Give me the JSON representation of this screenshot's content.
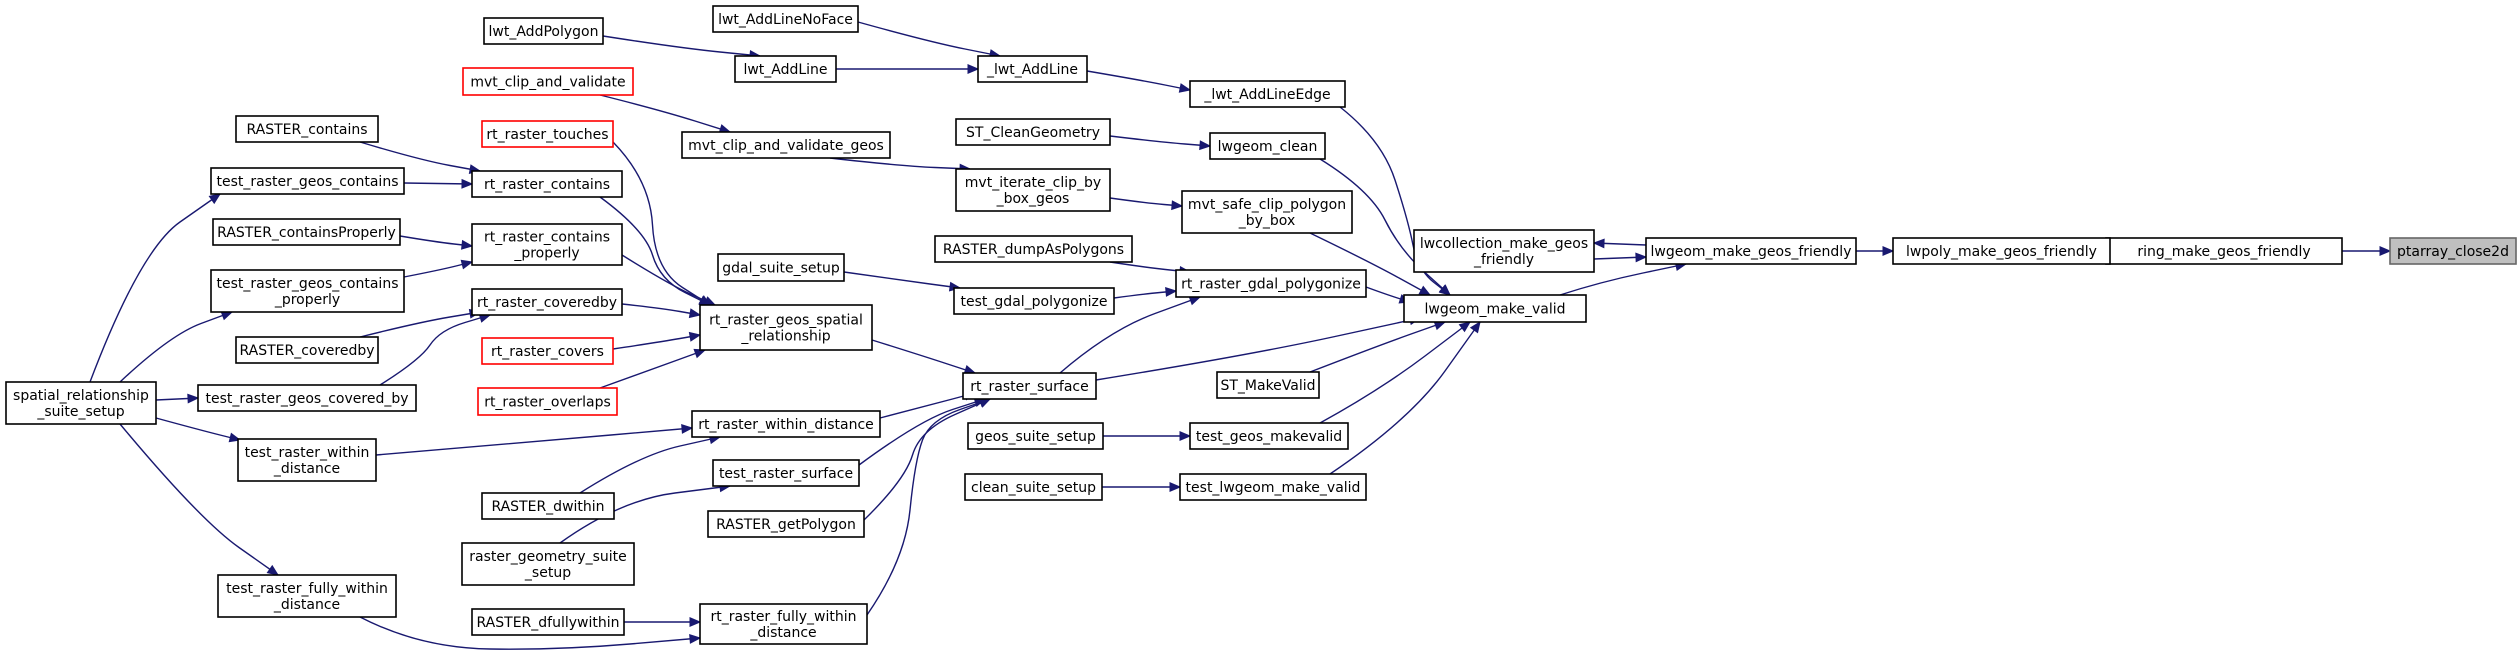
{
  "diagram": {
    "kind": "call-graph",
    "colors": {
      "edge": "#191970",
      "box_border": "#000000",
      "truncated_border": "#ff0000",
      "focus_fill": "#bfbfbf",
      "background": "#ffffff"
    },
    "nodes": [
      {
        "id": "ptarray_close2d",
        "lines": [
          "ptarray_close2d"
        ],
        "focus": true
      },
      {
        "id": "ring_make_geos_friendly",
        "lines": [
          "ring_make_geos_friendly"
        ]
      },
      {
        "id": "lwpoly_make_geos_friendly",
        "lines": [
          "lwpoly_make_geos_friendly"
        ]
      },
      {
        "id": "lwgeom_make_geos_friendly",
        "lines": [
          "lwgeom_make_geos_friendly"
        ]
      },
      {
        "id": "lwcollection_make_geos_friendly",
        "lines": [
          "lwcollection_make_geos",
          "_friendly"
        ]
      },
      {
        "id": "lwgeom_make_valid",
        "lines": [
          "lwgeom_make_valid"
        ]
      },
      {
        "id": "_lwt_AddLineEdge",
        "lines": [
          "_lwt_AddLineEdge"
        ]
      },
      {
        "id": "_lwt_AddLine",
        "lines": [
          "_lwt_AddLine"
        ]
      },
      {
        "id": "lwt_AddLineNoFace",
        "lines": [
          "lwt_AddLineNoFace"
        ]
      },
      {
        "id": "lwt_AddLine",
        "lines": [
          "lwt_AddLine"
        ]
      },
      {
        "id": "lwt_AddPolygon",
        "lines": [
          "lwt_AddPolygon"
        ]
      },
      {
        "id": "lwgeom_clean",
        "lines": [
          "lwgeom_clean"
        ]
      },
      {
        "id": "ST_CleanGeometry",
        "lines": [
          "ST_CleanGeometry"
        ]
      },
      {
        "id": "mvt_safe_clip_polygon_by_box",
        "lines": [
          "mvt_safe_clip_polygon",
          "_by_box"
        ]
      },
      {
        "id": "mvt_iterate_clip_by_box_geos",
        "lines": [
          "mvt_iterate_clip_by",
          "_box_geos"
        ]
      },
      {
        "id": "mvt_clip_and_validate_geos",
        "lines": [
          "mvt_clip_and_validate_geos"
        ]
      },
      {
        "id": "mvt_clip_and_validate",
        "lines": [
          "mvt_clip_and_validate"
        ],
        "truncated": true
      },
      {
        "id": "rt_raster_gdal_polygonize",
        "lines": [
          "rt_raster_gdal_polygonize"
        ]
      },
      {
        "id": "RASTER_dumpAsPolygons",
        "lines": [
          "RASTER_dumpAsPolygons"
        ]
      },
      {
        "id": "test_gdal_polygonize",
        "lines": [
          "test_gdal_polygonize"
        ]
      },
      {
        "id": "gdal_suite_setup",
        "lines": [
          "gdal_suite_setup"
        ]
      },
      {
        "id": "rt_raster_surface",
        "lines": [
          "rt_raster_surface"
        ]
      },
      {
        "id": "ST_MakeValid",
        "lines": [
          "ST_MakeValid"
        ]
      },
      {
        "id": "test_geos_makevalid",
        "lines": [
          "test_geos_makevalid"
        ]
      },
      {
        "id": "geos_suite_setup",
        "lines": [
          "geos_suite_setup"
        ]
      },
      {
        "id": "test_lwgeom_make_valid",
        "lines": [
          "test_lwgeom_make_valid"
        ]
      },
      {
        "id": "clean_suite_setup",
        "lines": [
          "clean_suite_setup"
        ]
      },
      {
        "id": "rt_raster_geos_spatial_relationship",
        "lines": [
          "rt_raster_geos_spatial",
          "_relationship"
        ]
      },
      {
        "id": "rt_raster_within_distance",
        "lines": [
          "rt_raster_within_distance"
        ]
      },
      {
        "id": "test_raster_surface",
        "lines": [
          "test_raster_surface"
        ]
      },
      {
        "id": "RASTER_getPolygon",
        "lines": [
          "RASTER_getPolygon"
        ]
      },
      {
        "id": "rt_raster_fully_within_distance",
        "lines": [
          "rt_raster_fully_within",
          "_distance"
        ]
      },
      {
        "id": "RASTER_dfullywithin",
        "lines": [
          "RASTER_dfullywithin"
        ]
      },
      {
        "id": "raster_geometry_suite_setup",
        "lines": [
          "raster_geometry_suite",
          "_setup"
        ]
      },
      {
        "id": "RASTER_dwithin",
        "lines": [
          "RASTER_dwithin"
        ]
      },
      {
        "id": "rt_raster_touches",
        "lines": [
          "rt_raster_touches"
        ],
        "truncated": true
      },
      {
        "id": "rt_raster_contains",
        "lines": [
          "rt_raster_contains"
        ]
      },
      {
        "id": "rt_raster_contains_properly",
        "lines": [
          "rt_raster_contains",
          "_properly"
        ]
      },
      {
        "id": "rt_raster_coveredby",
        "lines": [
          "rt_raster_coveredby"
        ]
      },
      {
        "id": "rt_raster_covers",
        "lines": [
          "rt_raster_covers"
        ],
        "truncated": true
      },
      {
        "id": "rt_raster_overlaps",
        "lines": [
          "rt_raster_overlaps"
        ],
        "truncated": true
      },
      {
        "id": "RASTER_contains",
        "lines": [
          "RASTER_contains"
        ]
      },
      {
        "id": "test_raster_geos_contains",
        "lines": [
          "test_raster_geos_contains"
        ]
      },
      {
        "id": "RASTER_containsProperly",
        "lines": [
          "RASTER_containsProperly"
        ]
      },
      {
        "id": "test_raster_geos_contains_properly",
        "lines": [
          "test_raster_geos_contains",
          "_properly"
        ]
      },
      {
        "id": "RASTER_coveredby",
        "lines": [
          "RASTER_coveredby"
        ]
      },
      {
        "id": "test_raster_geos_covered_by",
        "lines": [
          "test_raster_geos_covered_by"
        ]
      },
      {
        "id": "test_raster_within_distance",
        "lines": [
          "test_raster_within",
          "_distance"
        ]
      },
      {
        "id": "test_raster_fully_within_distance",
        "lines": [
          "test_raster_fully_within",
          "_distance"
        ]
      },
      {
        "id": "spatial_relationship_suite_setup",
        "lines": [
          "spatial_relationship",
          "_suite_setup"
        ]
      }
    ],
    "edges": [
      {
        "from": "ring_make_geos_friendly",
        "to": "ptarray_close2d"
      },
      {
        "from": "lwpoly_make_geos_friendly",
        "to": "ring_make_geos_friendly"
      },
      {
        "from": "lwgeom_make_geos_friendly",
        "to": "lwpoly_make_geos_friendly"
      },
      {
        "from": "lwgeom_make_geos_friendly",
        "to": "lwcollection_make_geos_friendly"
      },
      {
        "from": "lwcollection_make_geos_friendly",
        "to": "lwgeom_make_geos_friendly"
      },
      {
        "from": "lwgeom_make_valid",
        "to": "lwgeom_make_geos_friendly"
      },
      {
        "from": "_lwt_AddLineEdge",
        "to": "lwgeom_make_valid"
      },
      {
        "from": "_lwt_AddLine",
        "to": "_lwt_AddLineEdge"
      },
      {
        "from": "lwt_AddLineNoFace",
        "to": "_lwt_AddLine"
      },
      {
        "from": "lwt_AddLine",
        "to": "_lwt_AddLine"
      },
      {
        "from": "lwt_AddPolygon",
        "to": "lwt_AddLine"
      },
      {
        "from": "lwgeom_clean",
        "to": "lwgeom_make_valid"
      },
      {
        "from": "ST_CleanGeometry",
        "to": "lwgeom_clean"
      },
      {
        "from": "mvt_safe_clip_polygon_by_box",
        "to": "lwgeom_make_valid"
      },
      {
        "from": "mvt_iterate_clip_by_box_geos",
        "to": "mvt_safe_clip_polygon_by_box"
      },
      {
        "from": "mvt_clip_and_validate_geos",
        "to": "mvt_iterate_clip_by_box_geos"
      },
      {
        "from": "mvt_clip_and_validate",
        "to": "mvt_clip_and_validate_geos"
      },
      {
        "from": "rt_raster_gdal_polygonize",
        "to": "lwgeom_make_valid"
      },
      {
        "from": "RASTER_dumpAsPolygons",
        "to": "rt_raster_gdal_polygonize"
      },
      {
        "from": "test_gdal_polygonize",
        "to": "rt_raster_gdal_polygonize"
      },
      {
        "from": "gdal_suite_setup",
        "to": "test_gdal_polygonize"
      },
      {
        "from": "rt_raster_surface",
        "to": "lwgeom_make_valid"
      },
      {
        "from": "rt_raster_surface",
        "to": "rt_raster_gdal_polygonize"
      },
      {
        "from": "ST_MakeValid",
        "to": "lwgeom_make_valid"
      },
      {
        "from": "test_geos_makevalid",
        "to": "lwgeom_make_valid"
      },
      {
        "from": "geos_suite_setup",
        "to": "test_geos_makevalid"
      },
      {
        "from": "test_lwgeom_make_valid",
        "to": "lwgeom_make_valid"
      },
      {
        "from": "clean_suite_setup",
        "to": "test_lwgeom_make_valid"
      },
      {
        "from": "rt_raster_geos_spatial_relationship",
        "to": "rt_raster_surface"
      },
      {
        "from": "rt_raster_within_distance",
        "to": "rt_raster_surface"
      },
      {
        "from": "test_raster_surface",
        "to": "rt_raster_surface"
      },
      {
        "from": "RASTER_getPolygon",
        "to": "rt_raster_surface"
      },
      {
        "from": "rt_raster_fully_within_distance",
        "to": "rt_raster_surface"
      },
      {
        "from": "RASTER_dfullywithin",
        "to": "rt_raster_fully_within_distance"
      },
      {
        "from": "raster_geometry_suite_setup",
        "to": "test_raster_surface"
      },
      {
        "from": "RASTER_dwithin",
        "to": "rt_raster_within_distance"
      },
      {
        "from": "rt_raster_touches",
        "to": "rt_raster_geos_spatial_relationship"
      },
      {
        "from": "rt_raster_contains",
        "to": "rt_raster_geos_spatial_relationship"
      },
      {
        "from": "rt_raster_contains_properly",
        "to": "rt_raster_geos_spatial_relationship"
      },
      {
        "from": "rt_raster_coveredby",
        "to": "rt_raster_geos_spatial_relationship"
      },
      {
        "from": "rt_raster_covers",
        "to": "rt_raster_geos_spatial_relationship"
      },
      {
        "from": "rt_raster_overlaps",
        "to": "rt_raster_geos_spatial_relationship"
      },
      {
        "from": "RASTER_contains",
        "to": "rt_raster_contains"
      },
      {
        "from": "test_raster_geos_contains",
        "to": "rt_raster_contains"
      },
      {
        "from": "RASTER_containsProperly",
        "to": "rt_raster_contains_properly"
      },
      {
        "from": "test_raster_geos_contains_properly",
        "to": "rt_raster_contains_properly"
      },
      {
        "from": "RASTER_coveredby",
        "to": "rt_raster_coveredby"
      },
      {
        "from": "test_raster_geos_covered_by",
        "to": "rt_raster_coveredby"
      },
      {
        "from": "test_raster_within_distance",
        "to": "rt_raster_within_distance"
      },
      {
        "from": "test_raster_fully_within_distance",
        "to": "rt_raster_fully_within_distance"
      },
      {
        "from": "spatial_relationship_suite_setup",
        "to": "test_raster_geos_contains"
      },
      {
        "from": "spatial_relationship_suite_setup",
        "to": "test_raster_geos_contains_properly"
      },
      {
        "from": "spatial_relationship_suite_setup",
        "to": "test_raster_geos_covered_by"
      },
      {
        "from": "spatial_relationship_suite_setup",
        "to": "test_raster_within_distance"
      },
      {
        "from": "spatial_relationship_suite_setup",
        "to": "test_raster_fully_within_distance"
      }
    ]
  }
}
